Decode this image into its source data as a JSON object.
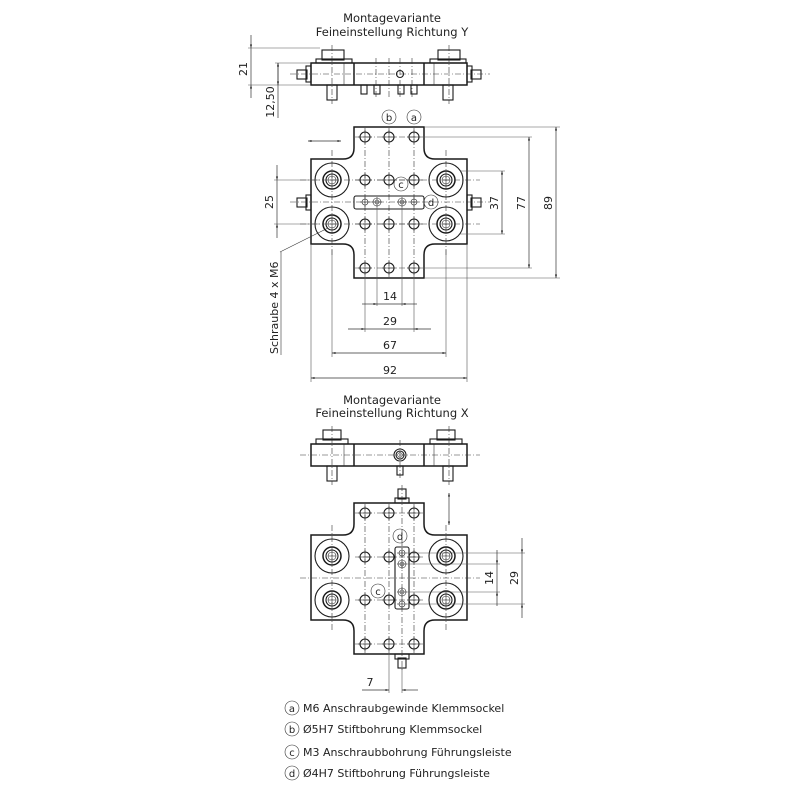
{
  "views": {
    "top": {
      "title_line1": "Montagevariante",
      "title_line2": "Feineinstellung Richtung Y"
    },
    "bottom": {
      "title_line1": "Montagevariante",
      "title_line2": "Feineinstellung Richtung X"
    }
  },
  "dimensions": {
    "side_height_total": "21",
    "side_height_lower": "12,50",
    "bolt_spacing_y": "25",
    "inner_rows": "37",
    "outer_rows": "77",
    "overall_height": "89",
    "slot_hole_spacing": "14",
    "hole_columns": "29",
    "bolt_spacing_x": "67",
    "overall_width": "92",
    "screw_callout": "Schraube 4 x M6",
    "x_rail_hole_spacing": "14",
    "x_rail_span": "29",
    "x_offset": "7"
  },
  "markers": {
    "a": "a",
    "b": "b",
    "c": "c",
    "d": "d"
  },
  "legend": [
    {
      "marker": "a",
      "text": "M6 Anschraubgewinde Klemmsockel"
    },
    {
      "marker": "b",
      "text": "Ø5H7 Stiftbohrung Klemmsockel"
    },
    {
      "marker": "c",
      "text": "M3 Anschraubbohrung Führungsleiste"
    },
    {
      "marker": "d",
      "text": "Ø4H7 Stiftbohrung Führungsleiste"
    }
  ]
}
